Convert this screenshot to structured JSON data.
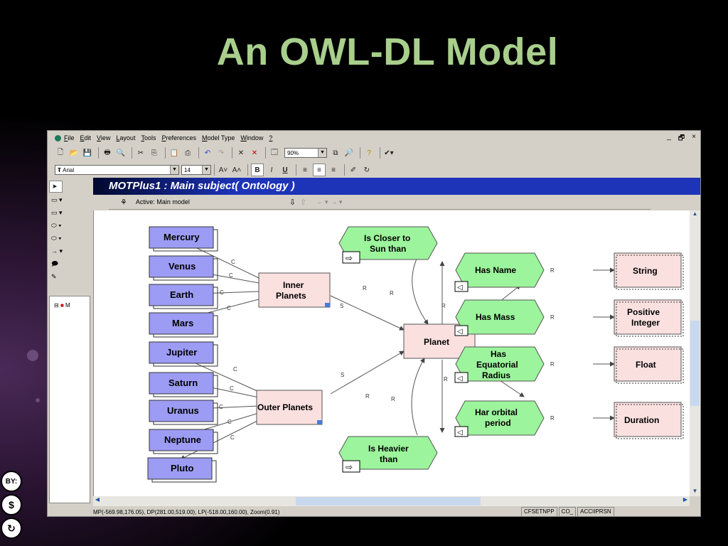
{
  "slide": {
    "title": "An OWL-DL Model"
  },
  "menu": {
    "items": [
      {
        "pre": "",
        "u": "F",
        "post": "ile"
      },
      {
        "pre": "",
        "u": "E",
        "post": "dit"
      },
      {
        "pre": "",
        "u": "V",
        "post": "iew"
      },
      {
        "pre": "",
        "u": "L",
        "post": "ayout"
      },
      {
        "pre": "",
        "u": "T",
        "post": "ools"
      },
      {
        "pre": "",
        "u": "P",
        "post": "references"
      },
      {
        "pre": "",
        "u": "M",
        "post": "odel Type"
      },
      {
        "pre": "",
        "u": "W",
        "post": "indow"
      },
      {
        "pre": "",
        "u": "?",
        "post": ""
      }
    ],
    "win_controls": [
      "_",
      "🗗",
      "×"
    ]
  },
  "toolbar": {
    "zoom_value": "90%",
    "font_name": "Arial",
    "font_size": "14"
  },
  "window": {
    "title": "MOTPlus1 : Main subject( Ontology )",
    "active_label": "Active: Main model"
  },
  "status": {
    "coords": "MP(-569.98,176.05), DP(281.00,519.00), LP(-518.00,160.00), Zoom(0.91)",
    "cells": [
      "CFSETNPP",
      "CO_",
      "ACCIIPRSN"
    ]
  },
  "tree": {
    "node_label": "M"
  },
  "nodes": {
    "mercury": "Mercury",
    "venus": "Venus",
    "earth": "Earth",
    "mars": "Mars",
    "jupiter": "Jupiter",
    "saturn": "Saturn",
    "uranus": "Uranus",
    "neptune": "Neptune",
    "pluto": "Pluto",
    "inner_1": "Inner",
    "inner_2": "Planets",
    "outer": "Outer Planets",
    "planet": "Planet",
    "closer_1": "Is Closer to",
    "closer_2": "Sun than",
    "heavier_1": "Is Heavier",
    "heavier_2": "than",
    "has_name": "Has Name",
    "has_mass": "Has Mass",
    "eq_1": "Has",
    "eq_2": "Equatorial",
    "eq_3": "Radius",
    "orb_1": "Har orbital",
    "orb_2": "period",
    "string": "String",
    "posint_1": "Positive",
    "posint_2": "Integer",
    "float": "Float",
    "duration": "Duration"
  },
  "link_labels": {
    "c": "C",
    "s": "S",
    "r": "R"
  },
  "colors": {
    "class_blue": "#9c9cf4",
    "class_pink": "#fbe0e0",
    "property_green": "#9cf49c",
    "title_green": "#a8cf8c",
    "titlebar_blue": "#1d33b8"
  }
}
